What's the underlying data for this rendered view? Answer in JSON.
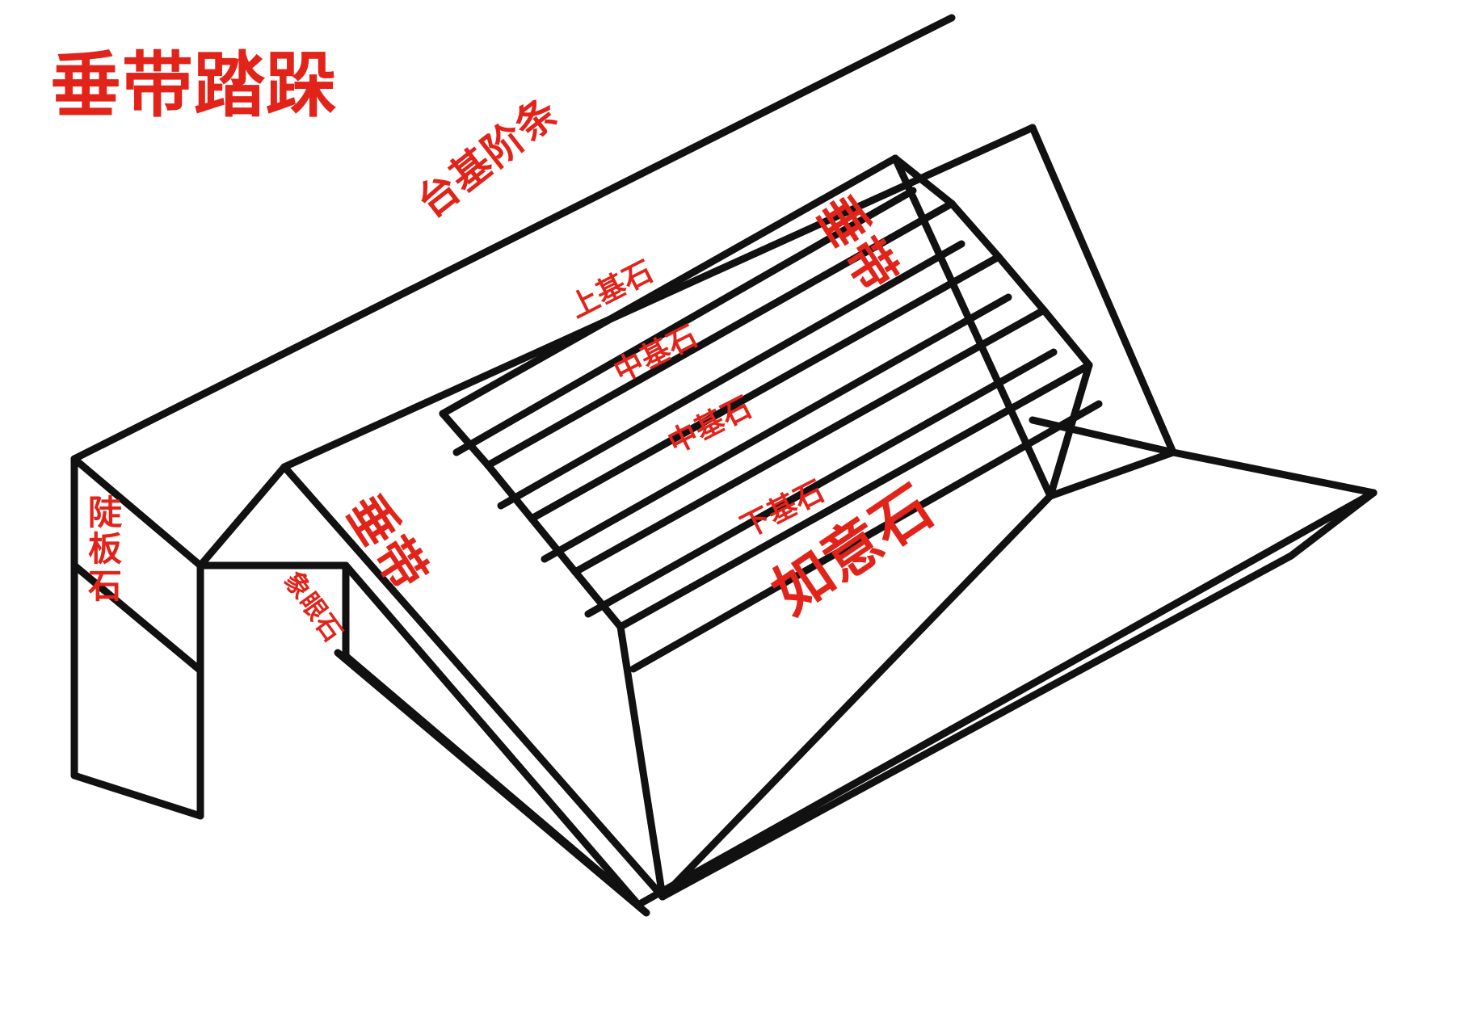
{
  "figure": {
    "title": "垂带踏跺",
    "title_color": "#e2231a",
    "line_color": "#111111",
    "background": "#ffffff",
    "subject": "traditional-chinese-stone-staircase-isometric-line-drawing"
  },
  "labels": {
    "title": "垂带踏跺",
    "platform_edge_stone": "台基阶条",
    "upper_base_stone": "上基石",
    "middle_base_stone_1": "中基石",
    "middle_base_stone_2": "中基石",
    "lower_base_stone": "下基石",
    "ruyi_stone": "如意石",
    "chuidai_right": "垂带",
    "chuidai_left": "垂带",
    "doubanshi": "陡板石",
    "doubanshi_chars": [
      "陡",
      "板",
      "石"
    ],
    "xiangyanshi": "象眼石"
  },
  "colors": {
    "red": "#e2231a",
    "ink": "#111111",
    "paper": "#ffffff"
  }
}
